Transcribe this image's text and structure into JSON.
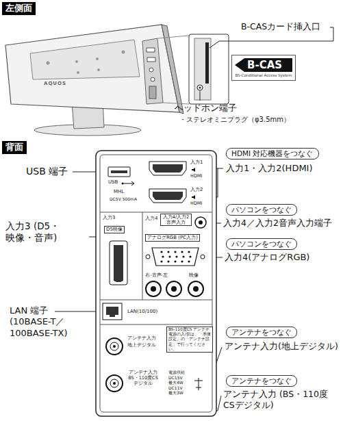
{
  "diagram": {
    "nodes": [
      {
        "text": [
          "左側面"
        ]
      },
      {
        "text": [
          "B-CAS",
          "BS-Conditional Access System"
        ]
      },
      {
        "text": [
          "背面"
        ]
      },
      {
        "text": [
          "HDMI 対応機器をつなぐ"
        ]
      },
      {
        "text": [
          "パソコンをつなぐ"
        ]
      },
      {
        "text": [
          "パソコンをつなぐ"
        ]
      },
      {
        "text": [
          "アンテナをつなぐ"
        ]
      },
      {
        "text": [
          "アンテナをつなぐ"
        ]
      }
    ],
    "labels": [
      "B-CASカード挿入口",
      "AQUOS",
      "ヘッドホン端子",
      "・ステレオミニプラグ（φ3.5mm）",
      "USB 端子",
      "USB",
      "入力1",
      "HDMI",
      "入力2",
      "HDMI",
      "MHL",
      "DC5V 500mA",
      "入力1・入力2(HDMI)",
      "入力3",
      "入力4",
      "入力4/入力2 音声入力",
      "D5映像",
      "アナログRGB (PC入力)",
      "入力4／入力2音声入力端子",
      "入力4(アナログRGB)",
      "入力3 (D5・映像・音声)",
      "右-音声-左",
      "映像",
      "LAN 端子 (10BASE-T／100BASE-TX)",
      "LAN(10/100)",
      "アンテナ入力",
      "地上デジタル",
      "BS-110度CS アンテナ電源の入/切は、「本体設定」の「アンテナ設定」で行ってください。",
      "アンテナ入力(地上デジタル)",
      "アンテナ入力 BS・110度CS デジタル",
      "電源供給 DC15V 最大4W DC11V 最大3W",
      "アンテナ入力 (BS・110度 CSデジタル)"
    ]
  }
}
